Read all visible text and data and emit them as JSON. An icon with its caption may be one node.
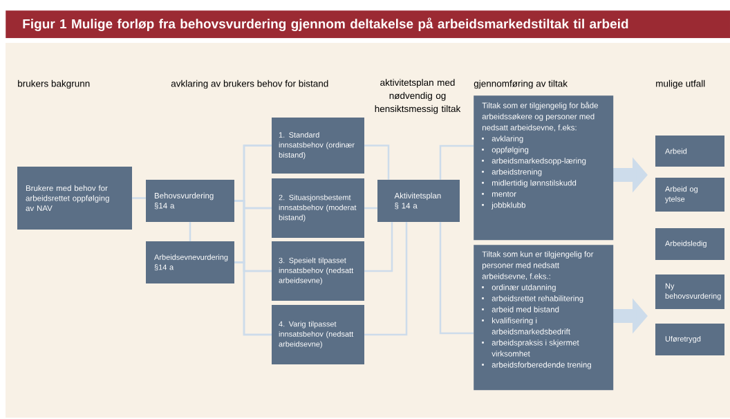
{
  "diagram": {
    "title": "Figur 1 Mulige forløp fra behovsvurdering gjennom deltakelse på arbeidsmarkedstiltak til arbeid",
    "nodes": [
      {
        "text": [
          "Brukere med behov for arbeidsrettet oppfølging av NAV"
        ]
      },
      {
        "text": [
          "Behovsvurdering §14 a"
        ]
      },
      {
        "text": [
          "Arbeidsevnevurdering §14 a"
        ]
      },
      {
        "text": [
          "1. Standard innsatsbehov (ordinær bistand)"
        ]
      },
      {
        "text": [
          "2. Situasjonsbestemt innsatsbehov (moderat bistand)"
        ]
      },
      {
        "text": [
          "3. Spesielt tilpasset innsatsbehov (nedsatt arbeidsevne)"
        ]
      },
      {
        "text": [
          "4. Varig tilpasset innsatsbehov (nedsatt arbeidsevne)"
        ]
      },
      {
        "text": [
          "Aktivitetsplan § 14 a"
        ]
      },
      {
        "text": [
          "Tiltak som er tilgjengelig for både arbeidssøkere og personer med nedsatt arbeidsevne, f.eks:",
          "avklaring",
          "oppfølging",
          "arbeidsmarkedsopp-læring",
          "arbeidstrening",
          "midlertidig lønnstilskudd",
          "mentor",
          "jobbklubb"
        ]
      },
      {
        "text": [
          "Tiltak som kun er tilgjengelig for personer med nedsatt arbeidsevne, f.eks.:",
          "ordinær utdanning",
          "arbeidsrettet rehabilitering",
          "arbeid med bistand",
          "kvalifisering i arbeidsmarkedsbedrift",
          "arbeidspraksis i skjermet virksomhet",
          "arbeidsforberedende trening"
        ]
      },
      {
        "text": [
          "Arbeid"
        ]
      },
      {
        "text": [
          "Arbeid og ytelse"
        ]
      },
      {
        "text": [
          "Arbeidsledig"
        ]
      },
      {
        "text": [
          "Ny behovsvurdering"
        ]
      },
      {
        "text": [
          "Uføretrygd"
        ]
      }
    ],
    "edges": [
      {
        "from": 0,
        "to": 1,
        "arrow": "none"
      },
      {
        "from": 1,
        "to": 2,
        "arrow": "none"
      },
      {
        "from": 1,
        "to": 3,
        "arrow": "none"
      },
      {
        "from": 1,
        "to": 4,
        "arrow": "none"
      },
      {
        "from": 1,
        "to": 5,
        "arrow": "none"
      },
      {
        "from": 1,
        "to": 6,
        "arrow": "none"
      },
      {
        "from": 2,
        "to": 3,
        "arrow": "none"
      },
      {
        "from": 2,
        "to": 4,
        "arrow": "none"
      },
      {
        "from": 2,
        "to": 5,
        "arrow": "none"
      },
      {
        "from": 2,
        "to": 6,
        "arrow": "none"
      },
      {
        "from": 3,
        "to": 7,
        "arrow": "none"
      },
      {
        "from": 4,
        "to": 7,
        "arrow": "none"
      },
      {
        "from": 5,
        "to": 7,
        "arrow": "none"
      },
      {
        "from": 6,
        "to": 7,
        "arrow": "none"
      },
      {
        "from": 7,
        "to": 8,
        "arrow": "none"
      },
      {
        "from": 7,
        "to": 9,
        "arrow": "none"
      },
      {
        "from": 8,
        "to": null,
        "arrow": "to",
        "style": "thick"
      },
      {
        "from": 9,
        "to": null,
        "arrow": "to",
        "style": "thick"
      }
    ],
    "labels": [
      "brukers bakgrunn",
      "avklaring av brukers behov for bistand",
      "aktivitetsplan med nødvendig og hensiktsmessig tiltak",
      "gjennomføring av tiltak",
      "mulige utfall"
    ]
  }
}
